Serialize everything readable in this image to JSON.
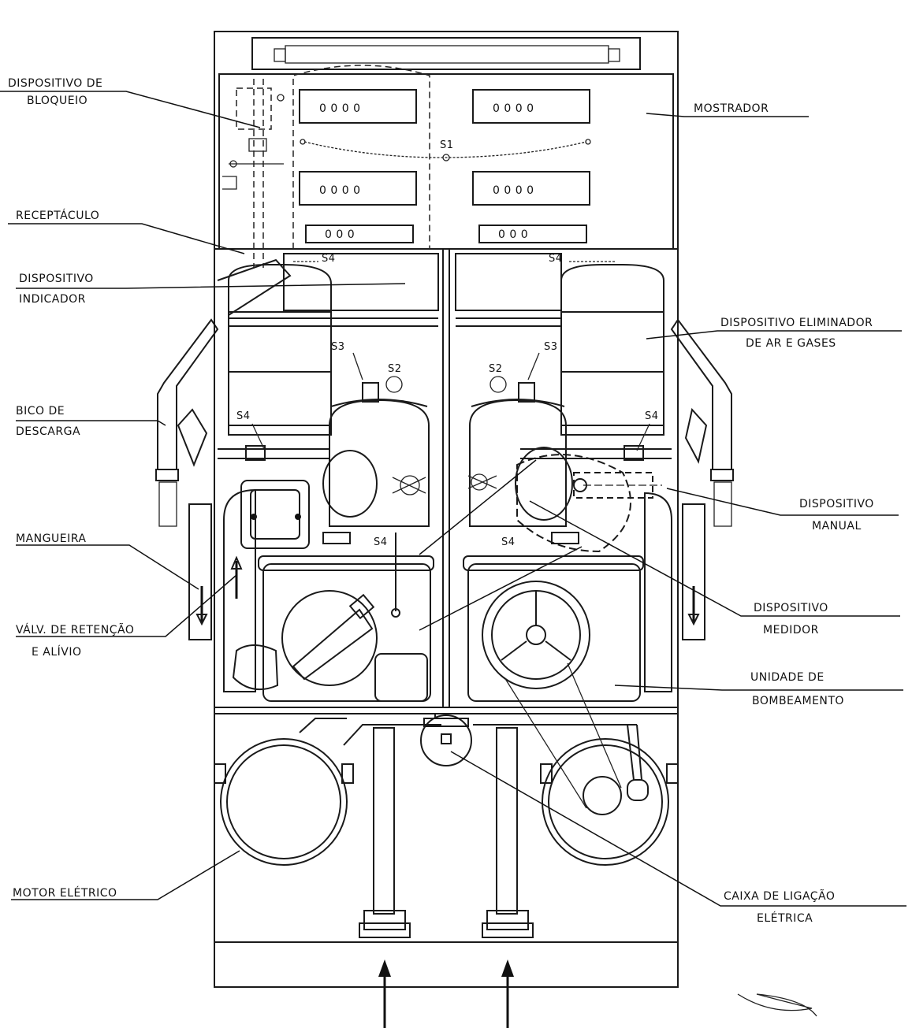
{
  "labels": {
    "dispositivo_bloqueio": [
      "DISPOSITIVO  DE",
      "BLOQUEIO"
    ],
    "receptaculo": "RECEPTÁCULO",
    "dispositivo_indicador": [
      "DISPOSITIVO",
      "INDICADOR"
    ],
    "bico_descarga": [
      "BICO DE",
      "DESCARGA"
    ],
    "mangueira": "MANGUEIRA",
    "valv_retencao": [
      "VÁLV. DE RETENÇÃO",
      "E  ALÍVIO"
    ],
    "motor_eletrico": "MOTOR ELÉTRICO",
    "mostrador": "MOSTRADOR",
    "eliminador": [
      "DISPOSITIVO ELIMINADOR",
      "DE  AR  E  GASES"
    ],
    "manual": [
      "DISPOSITIVO",
      "MANUAL"
    ],
    "medidor": [
      "DISPOSITIVO",
      "MEDIDOR"
    ],
    "bombeamento": [
      "UNIDADE  DE",
      "BOMBEAMENTO"
    ],
    "caixa": [
      "CAIXA  DE  LIGAÇÃO",
      "ELÉTRICA"
    ]
  },
  "seals": {
    "s1": "S1",
    "s2": "S2",
    "s3": "S3",
    "s4": "S4"
  },
  "display_digits": "0 0 0 0",
  "display_digits_short": "0   0   0"
}
